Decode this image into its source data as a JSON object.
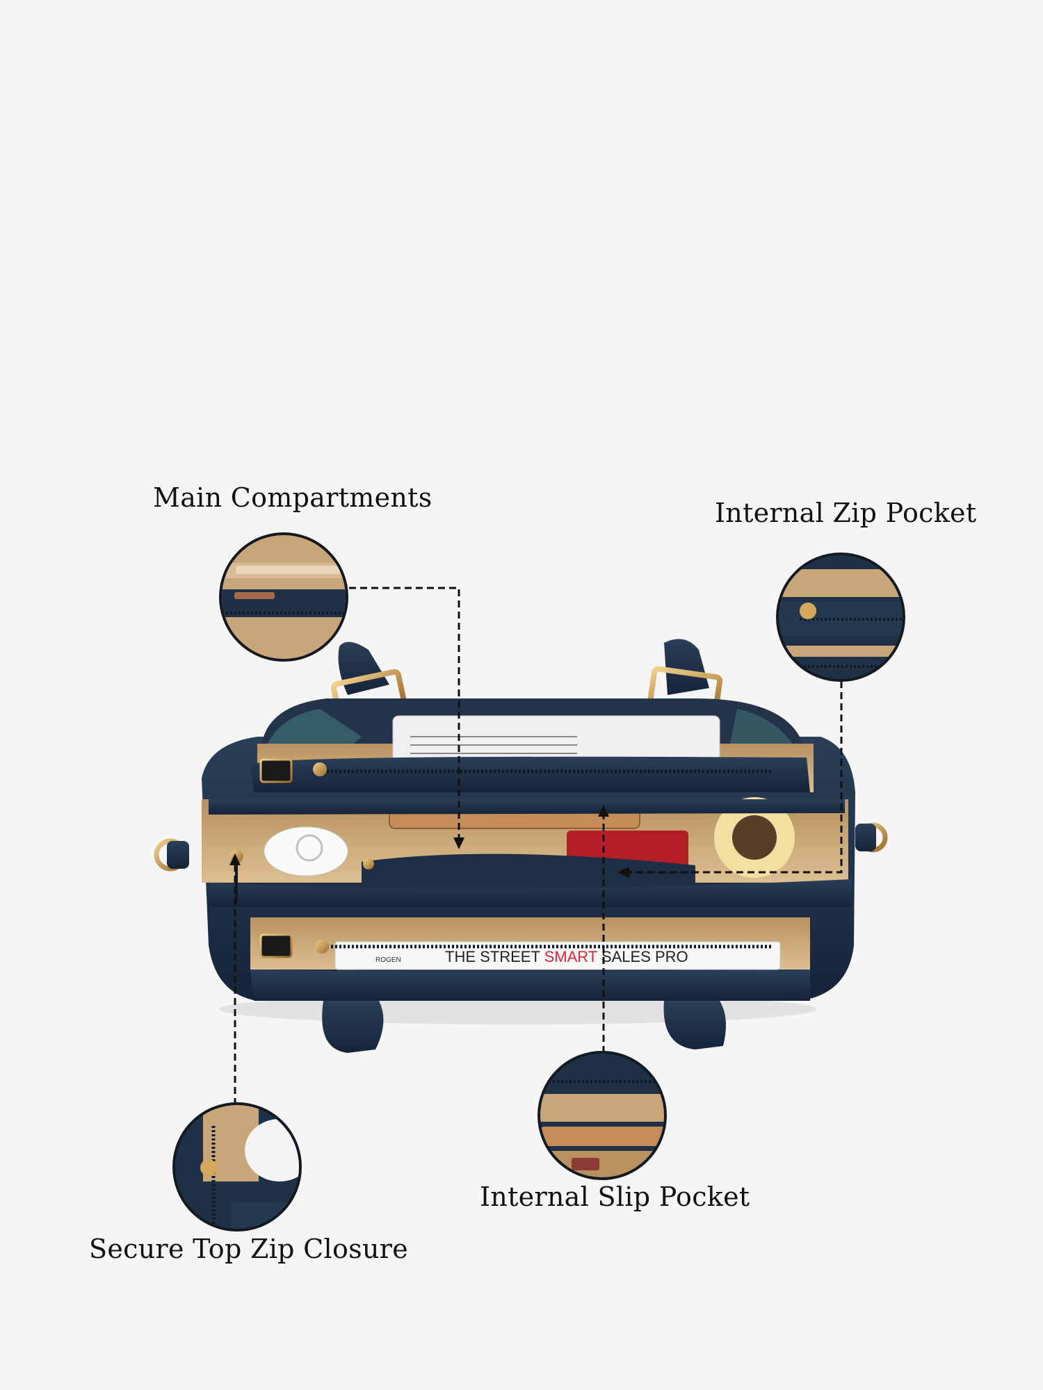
{
  "labels": {
    "main_compartments": "Main Compartments",
    "internal_zip_pocket": "Internal Zip Pocket",
    "internal_slip_pocket": "Internal Slip Pocket",
    "secure_top_zip_closure": "Secure Top Zip Closure"
  },
  "book": {
    "author": "ROGEN",
    "title_part1": "THE STREET ",
    "title_highlight": "SMART",
    "title_part2": " SALES PRO"
  },
  "colors": {
    "background": "#f5f5f5",
    "leather": "#1f3146",
    "lining": "#c9a67a",
    "hardware_gold": "#c89a55",
    "highlight_red": "#d7263d"
  }
}
